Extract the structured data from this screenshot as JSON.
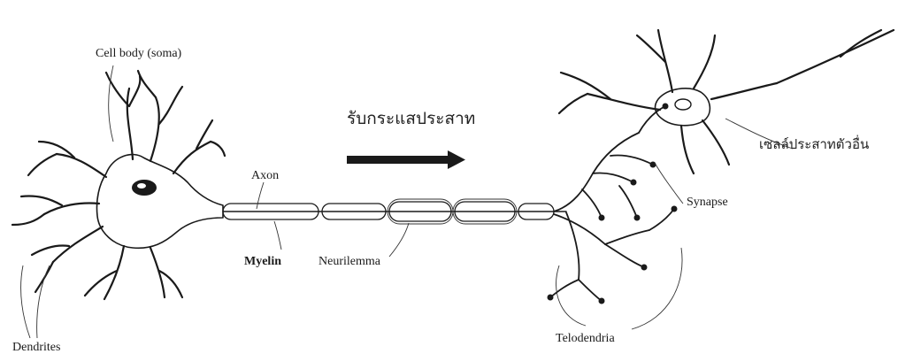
{
  "labels": {
    "cell_body": "Cell body (soma)",
    "axon": "Axon",
    "myelin": "Myelin",
    "neurilemma": "Neurilemma",
    "dendrites": "Dendrites",
    "telodendria": "Telodendria",
    "synapse": "Synapse"
  },
  "thai": {
    "receive_impulse": "รับกระแสประสาท",
    "other_neuron": "เซลล์ประสาทตัวอื่น"
  },
  "colors": {
    "ink": "#1a1a1a",
    "background": "#ffffff"
  }
}
